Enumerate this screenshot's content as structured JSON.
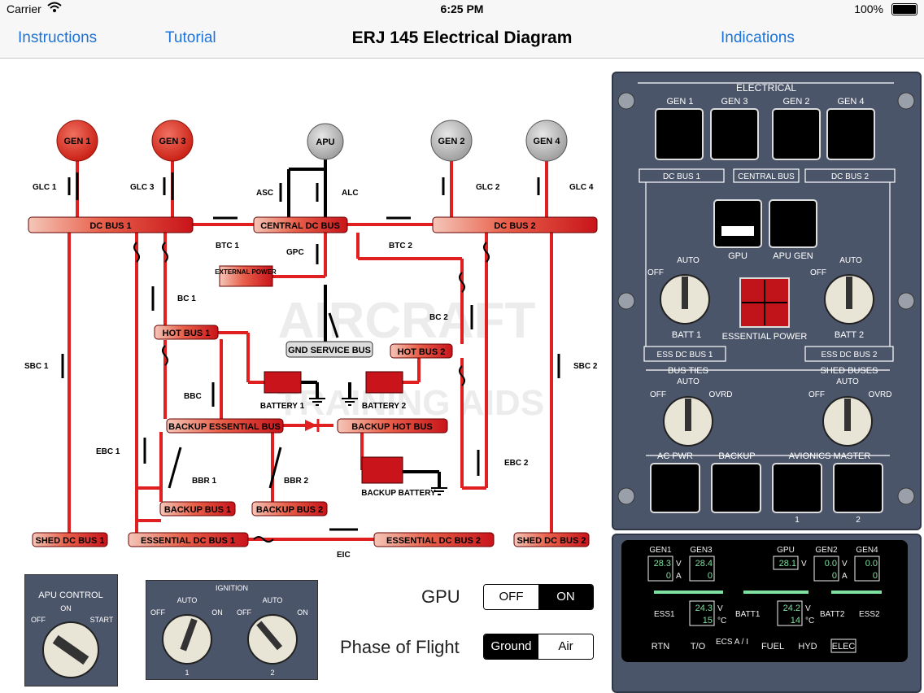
{
  "status": {
    "carrier": "Carrier",
    "time": "6:25 PM",
    "battery": "100%"
  },
  "nav": {
    "instructions": "Instructions",
    "tutorial": "Tutorial",
    "title": "ERJ 145 Electrical Diagram",
    "indications": "Indications"
  },
  "diagram": {
    "gens": [
      "GEN 1",
      "GEN 3",
      "APU",
      "GEN 2",
      "GEN 4"
    ],
    "contactors": [
      "GLC 1",
      "GLC 3",
      "ASC",
      "ALC",
      "GLC 2",
      "GLC 4",
      "BTC 1",
      "BTC 2",
      "GPC",
      "BC 1",
      "BC 2",
      "SBC 1",
      "SBC 2",
      "BBC",
      "EBC 1",
      "EBC 2",
      "BBR 1",
      "BBR 2",
      "EIC"
    ],
    "buses": {
      "dc_bus_1": "DC BUS 1",
      "central_dc_bus": "CENTRAL DC BUS",
      "dc_bus_2": "DC BUS 2",
      "external_power": "EXTERNAL POWER",
      "gnd_service_bus": "GND SERVICE BUS",
      "hot_bus_1": "HOT BUS 1",
      "hot_bus_2": "HOT BUS 2",
      "battery_1": "BATTERY 1",
      "battery_2": "BATTERY 2",
      "backup_essential_bus": "BACKUP ESSENTIAL BUS",
      "backup_hot_bus": "BACKUP HOT BUS",
      "backup_battery": "BACKUP BATTERY",
      "backup_bus_1": "BACKUP BUS 1",
      "backup_bus_2": "BACKUP BUS 2",
      "shed_dc_bus_1": "SHED DC BUS 1",
      "essential_dc_bus_1": "ESSENTIAL DC BUS 1",
      "essential_dc_bus_2": "ESSENTIAL DC BUS 2",
      "shed_dc_bus_2": "SHED DC BUS 2"
    },
    "watermark": [
      "AIRCRAFT",
      "TRAINING AIDS"
    ],
    "colors": {
      "bus_red": "#e02020",
      "gen_red": "#d92b1a",
      "gen_grey": "#a8a8a8"
    }
  },
  "panel": {
    "title": "ELECTRICAL",
    "gen_buttons": [
      "GEN 1",
      "GEN 3",
      "GEN 2",
      "GEN 4"
    ],
    "bus_labels": [
      "DC BUS 1",
      "CENTRAL BUS",
      "DC BUS 2"
    ],
    "gpu": "GPU",
    "apu_gen": "APU GEN",
    "batt1": "BATT 1",
    "batt2": "BATT 2",
    "off": "OFF",
    "auto": "AUTO",
    "ovrd": "OVRD",
    "essential_power": "ESSENTIAL POWER",
    "ess_dc_bus_1": "ESS DC BUS 1",
    "ess_dc_bus_2": "ESS DC BUS 2",
    "bus_ties": "BUS TIES",
    "shed_buses": "SHED BUSES",
    "ac_pwr": "AC PWR",
    "backup": "BACKUP",
    "avionics_master": "AVIONICS MASTER",
    "av1": "1",
    "av2": "2"
  },
  "eicas": {
    "gens": [
      "GEN1",
      "GEN3",
      "GPU",
      "GEN2",
      "GEN4"
    ],
    "v_values": [
      "28.3",
      "28.4",
      "28.1",
      "0.0",
      "0.0"
    ],
    "a_values": [
      "0",
      "0",
      "0",
      "0"
    ],
    "batt1_v": "24.3",
    "batt1_t": "15",
    "batt2_v": "24.2",
    "batt2_t": "14",
    "labels": {
      "ess1": "ESS1",
      "batt1": "BATT1",
      "batt2": "BATT2",
      "ess2": "ESS2",
      "v": "V",
      "a": "A",
      "c": "°C"
    },
    "pages": [
      "RTN",
      "T/O",
      "ECS A / I",
      "FUEL",
      "HYD",
      "ELEC"
    ],
    "text_color": "#f2f2f2",
    "value_color": "#7ee0a0"
  },
  "apu_control": {
    "title": "APU CONTROL",
    "on": "ON",
    "off": "OFF",
    "start": "START"
  },
  "ignition": {
    "title": "IGNITION",
    "auto": "AUTO",
    "off": "OFF",
    "on": "ON",
    "n1": "1",
    "n2": "2"
  },
  "gpu_toggle": {
    "label": "GPU",
    "off": "OFF",
    "on": "ON",
    "selected": "ON"
  },
  "phase": {
    "label": "Phase of Flight",
    "ground": "Ground",
    "air": "Air",
    "selected": "Ground"
  }
}
